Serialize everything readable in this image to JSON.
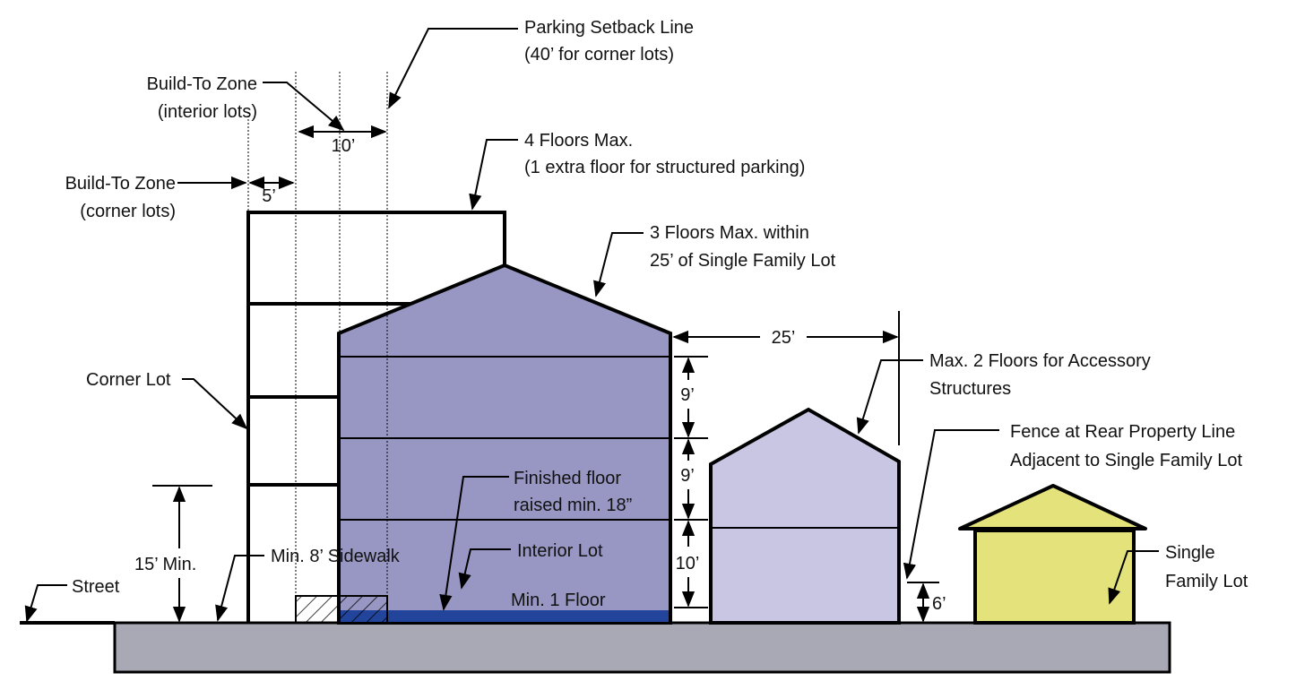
{
  "labels": {
    "parking_setback_1": "Parking Setback Line",
    "parking_setback_2": "(40’ for corner lots)",
    "btz_interior_1": "Build-To Zone",
    "btz_interior_2": "(interior lots)",
    "btz_corner_1": "Build-To Zone",
    "btz_corner_2": "(corner lots)",
    "dim_10": "10’",
    "dim_5": "5’",
    "floors4_1": "4 Floors Max.",
    "floors4_2": "(1 extra floor for structured parking)",
    "floors3_1": "3 Floors Max. within",
    "floors3_2": "25’ of Single Family Lot",
    "dim_25": "25’",
    "accessory_1": "Max. 2 Floors for Accessory",
    "accessory_2": "Structures",
    "fence_1": "Fence at Rear Property Line",
    "fence_2": "Adjacent to Single Family Lot",
    "corner_lot": "Corner Lot",
    "dim_9a": "9’",
    "dim_9b": "9’",
    "dim_10b": "10’",
    "finished_1": "Finished floor",
    "finished_2": "raised min. 18”",
    "interior_lot": "Interior Lot",
    "min_1_floor": "Min. 1 Floor",
    "min_15": "15’ Min.",
    "sidewalk": "Min. 8’ Sidewalk",
    "street": "Street",
    "dim_6": "6’",
    "single_family_1": "Single",
    "single_family_2": "Family Lot"
  },
  "colors": {
    "main_building": "#9897c3",
    "accessory": "#c9c6e3",
    "single_family": "#e3e27b",
    "ground": "#a9a9b5",
    "raised_floor": "#22449a"
  }
}
